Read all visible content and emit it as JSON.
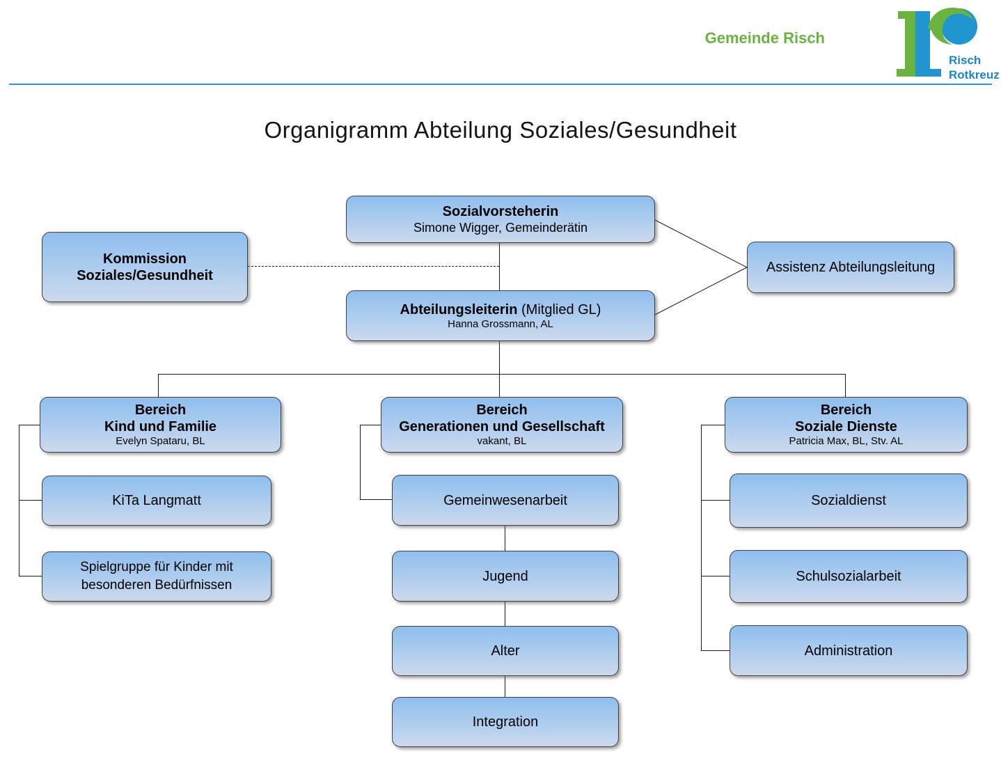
{
  "header": {
    "brand": "Gemeinde Risch",
    "logo": {
      "line1": "Risch",
      "line2": "Rotkreuz"
    },
    "colors": {
      "brand_green": "#6ab33e",
      "brand_blue": "#1b86c8",
      "rule_blue": "#2b96d3"
    }
  },
  "title": "Organigramm Abteilung Soziales/Gesundheit",
  "chart": {
    "box_colors": {
      "gradient_top": "#8fbeee",
      "gradient_bottom": "#ccd9ed",
      "border": "#404040"
    },
    "nodes": {
      "sozialvorsteherin": {
        "title": "Sozialvorsteherin",
        "subtitle": "Simone Wigger, Gemeinderätin"
      },
      "kommission": {
        "line1": "Kommission",
        "line2": "Soziales/Gesundheit"
      },
      "abteilungsleiterin": {
        "title_bold": "Abteilungsleiterin",
        "title_rest": " (Mitglied GL)",
        "subtitle": "Hanna Grossmann, AL"
      },
      "assistenz": {
        "label": "Assistenz Abteilungsleitung"
      },
      "bereich_kind": {
        "line1": "Bereich",
        "line2": "Kind und Familie",
        "subtitle": "Evelyn Spataru, BL"
      },
      "bereich_generationen": {
        "line1": "Bereich",
        "line2": "Generationen und Gesellschaft",
        "subtitle": "vakant, BL"
      },
      "bereich_soziale": {
        "line1": "Bereich",
        "line2": "Soziale Dienste",
        "subtitle": "Patricia Max, BL, Stv. AL"
      },
      "kita": {
        "label": "KiTa Langmatt"
      },
      "spielgruppe": {
        "label": "Spielgruppe für Kinder mit besonderen Bedürfnissen"
      },
      "gemeinwesenarbeit": {
        "label": "Gemeinwesenarbeit"
      },
      "jugend": {
        "label": "Jugend"
      },
      "alter": {
        "label": "Alter"
      },
      "integration": {
        "label": "Integration"
      },
      "sozialdienst": {
        "label": "Sozialdienst"
      },
      "schulsozialarbeit": {
        "label": "Schulsozialarbeit"
      },
      "administration": {
        "label": "Administration"
      }
    }
  }
}
